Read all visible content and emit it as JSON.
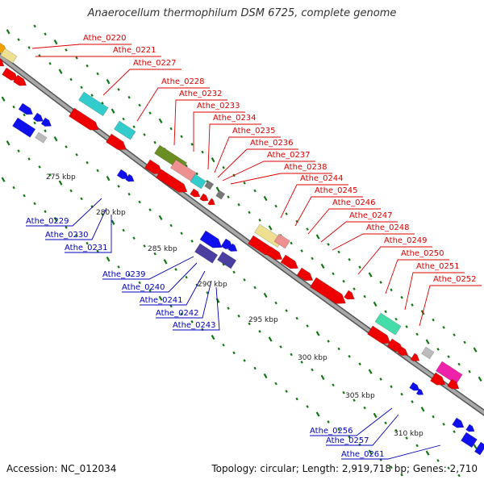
{
  "title": "Anaerocellum thermophilum DSM 6725, complete genome",
  "footer": {
    "accession": "Accession: NC_012034",
    "summary": "Topology: circular; Length: 2,919,718 bp; Genes: 2,710"
  },
  "colors": {
    "forward_label": "#dd0000",
    "reverse_label": "#0000bb",
    "tick": "#117711",
    "backbone": "#8a8a8a",
    "red": "#ee0000",
    "blue": "#1010ee",
    "cyan": "#33cccc",
    "yellow": "#eee090",
    "olive": "#6b8e23",
    "salmon": "#ee9090",
    "gray": "#777777",
    "lightgray": "#bbbbbb",
    "green": "#44ddaa",
    "magenta": "#ee22aa",
    "purple": "#4a3fa0"
  },
  "kbp_labels": [
    "275 kbp",
    "280 kbp",
    "285 kbp",
    "290 kbp",
    "295 kbp",
    "300 kbp",
    "305 kbp",
    "310 kbp"
  ],
  "forward_genes": [
    "Athe_0220",
    "Athe_0221",
    "Athe_0227",
    "Athe_0228",
    "Athe_0232",
    "Athe_0233",
    "Athe_0234",
    "Athe_0235",
    "Athe_0236",
    "Athe_0237",
    "Athe_0238",
    "Athe_0244",
    "Athe_0245",
    "Athe_0246",
    "Athe_0247",
    "Athe_0248",
    "Athe_0249",
    "Athe_0250",
    "Athe_0251",
    "Athe_0252"
  ],
  "reverse_genes": [
    "Athe_0229",
    "Athe_0230",
    "Athe_0231",
    "Athe_0239",
    "Athe_0240",
    "Athe_0241",
    "Athe_0242",
    "Athe_0243",
    "Athe_0256",
    "Athe_0257",
    "Athe_0261"
  ]
}
